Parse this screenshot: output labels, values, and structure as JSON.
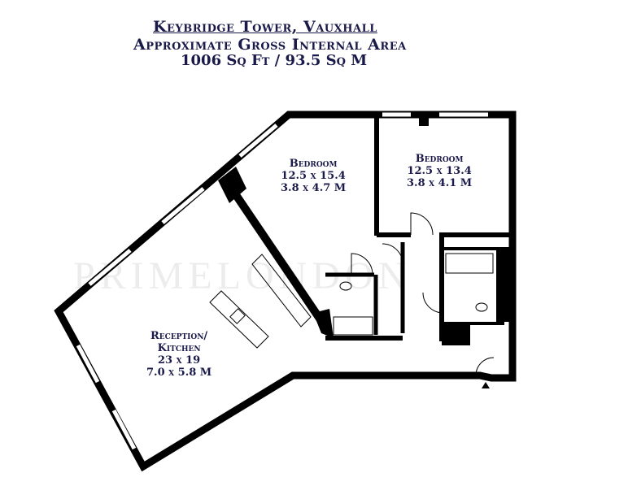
{
  "header": {
    "title": "Keybridge Tower, Vauxhall",
    "subtitle": "Approximate Gross Internal Area",
    "area": "1006 Sq Ft / 93.5 Sq M"
  },
  "rooms": [
    {
      "name": "Bedroom",
      "imperial": "12.5 x 15.4",
      "metric": "3.8 x 4.7 M"
    },
    {
      "name": "Bedroom",
      "imperial": "12.5 x 13.4",
      "metric": "3.8 x 4.1 M"
    },
    {
      "name": "Reception/",
      "name2": "Kitchen",
      "imperial": "23 x 19",
      "metric": "7.0 x 5.8 M"
    }
  ],
  "watermark": "PRIMELONDON"
}
